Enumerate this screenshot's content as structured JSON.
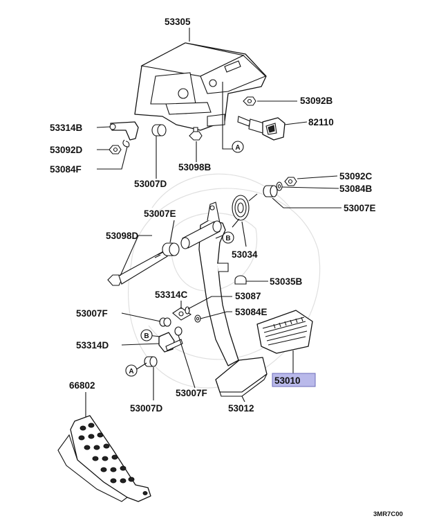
{
  "diagram": {
    "parts": [
      {
        "id": "53305",
        "label": "53305"
      },
      {
        "id": "53092B",
        "label": "53092B"
      },
      {
        "id": "82110",
        "label": "82110"
      },
      {
        "id": "53314B",
        "label": "53314B"
      },
      {
        "id": "53092D",
        "label": "53092D"
      },
      {
        "id": "53084F",
        "label": "53084F"
      },
      {
        "id": "53007D-top",
        "label": "53007D"
      },
      {
        "id": "53098B",
        "label": "53098B"
      },
      {
        "id": "53092C",
        "label": "53092C"
      },
      {
        "id": "53084B",
        "label": "53084B"
      },
      {
        "id": "53007E-right",
        "label": "53007E"
      },
      {
        "id": "53007E-mid",
        "label": "53007E"
      },
      {
        "id": "53098D",
        "label": "53098D"
      },
      {
        "id": "53034",
        "label": "53034"
      },
      {
        "id": "53035B",
        "label": "53035B"
      },
      {
        "id": "53314C",
        "label": "53314C"
      },
      {
        "id": "53087",
        "label": "53087"
      },
      {
        "id": "53084E",
        "label": "53084E"
      },
      {
        "id": "53007F-left",
        "label": "53007F"
      },
      {
        "id": "53314D",
        "label": "53314D"
      },
      {
        "id": "53010",
        "label": "53010",
        "highlighted": true
      },
      {
        "id": "53007F-bottom",
        "label": "53007F"
      },
      {
        "id": "53007D-bottom",
        "label": "53007D"
      },
      {
        "id": "53012",
        "label": "53012"
      },
      {
        "id": "66802",
        "label": "66802"
      }
    ],
    "callouts": {
      "a": "A",
      "b": "B"
    },
    "figure_code": "3MR7C00",
    "highlight_color": "#b9b9ea"
  }
}
